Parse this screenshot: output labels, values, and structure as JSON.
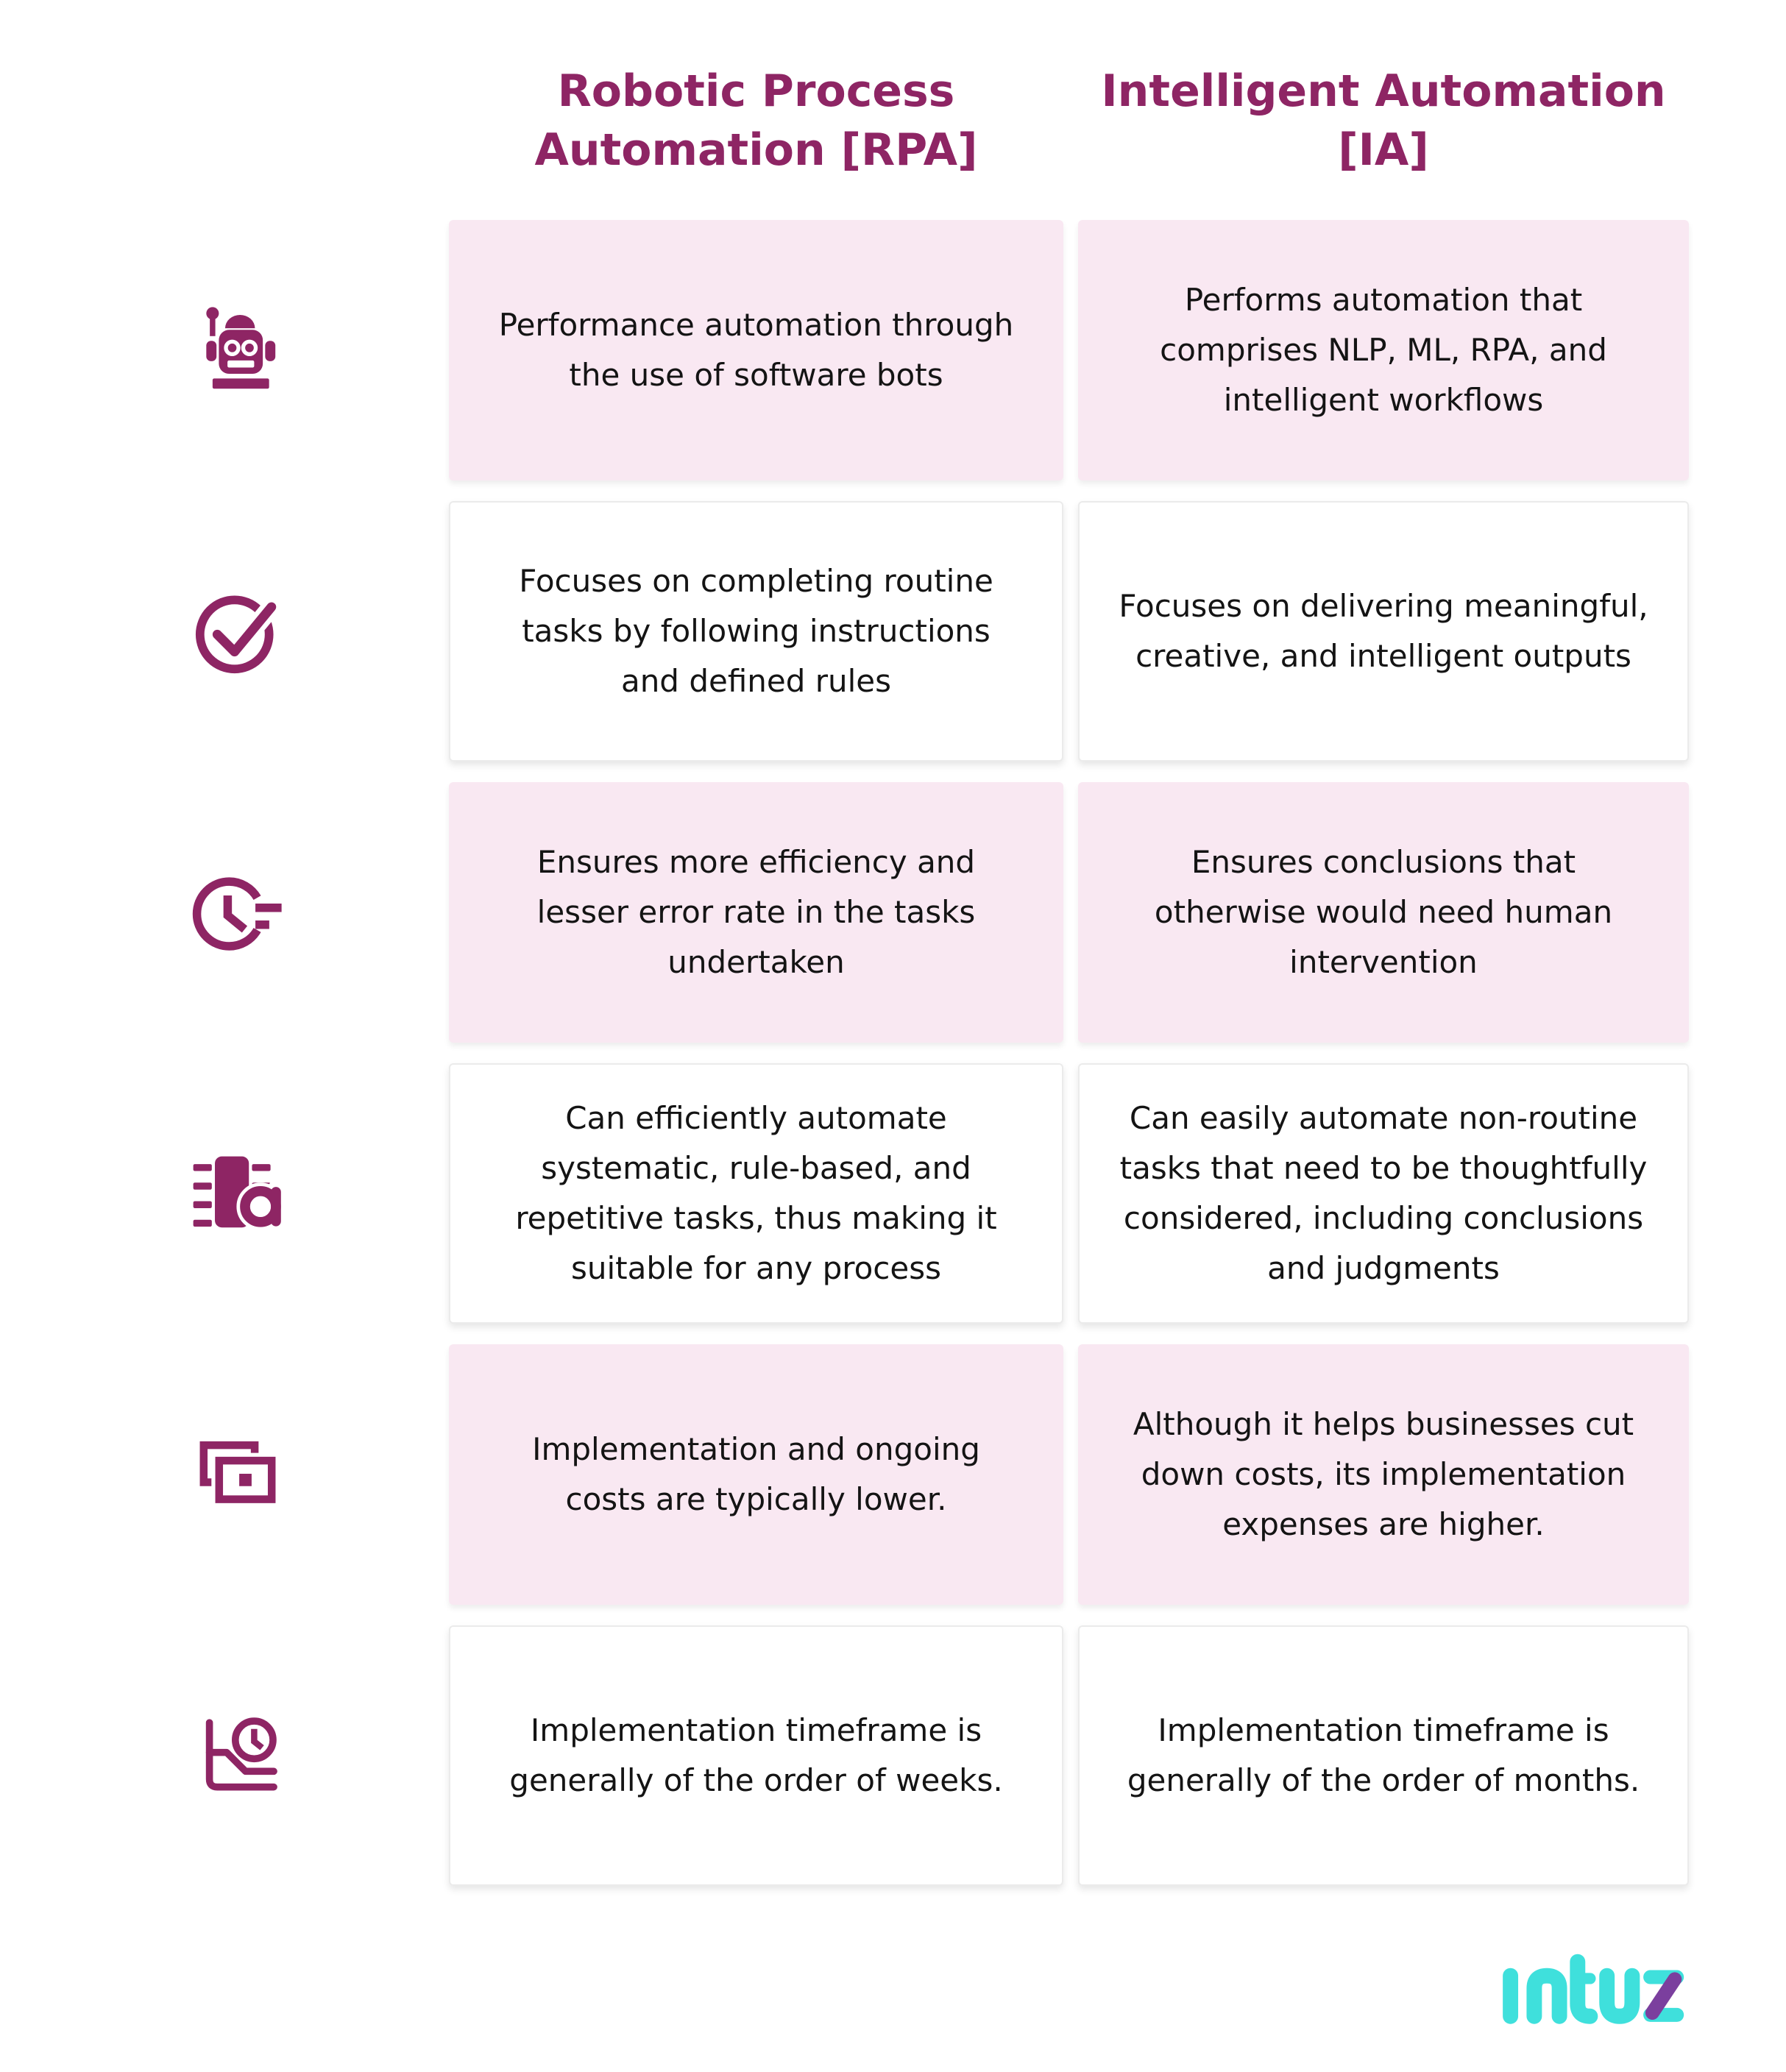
{
  "colors": {
    "accent": "#8e2564",
    "pink_card": "#f9e8f2",
    "white_card": "#ffffff",
    "card_border": "#ebebeb",
    "text": "#141414",
    "logo_cyan": "#3fe0dc",
    "logo_purple": "#7b3f9e"
  },
  "header": {
    "col1": "Robotic Process Automation [RPA]",
    "col2": "Intelligent Automation [IA]"
  },
  "rows": [
    {
      "icon": "robot-icon",
      "variant": "pink",
      "rpa": "Performance automation through the use of software bots",
      "ia": "Performs automation that comprises NLP, ML, RPA, and intelligent workflows"
    },
    {
      "icon": "check-circle-icon",
      "variant": "white",
      "rpa": "Focuses on completing routine tasks by following instructions and defined rules",
      "ia": "Focuses on delivering meaningful, creative, and intelligent outputs"
    },
    {
      "icon": "clock-efficiency-icon",
      "variant": "pink",
      "rpa": "Ensures more efficiency and lesser error rate in the tasks undertaken",
      "ia": "Ensures conclusions that otherwise would need human intervention"
    },
    {
      "icon": "chip-automation-icon",
      "variant": "white",
      "rpa": "Can efficiently automate systematic, rule-based, and repetitive tasks, thus making it suitable for any process",
      "ia": "Can easily automate non-routine tasks that need to be thoughtfully considered, including conclusions and judgments"
    },
    {
      "icon": "overlapping-windows-icon",
      "variant": "pink",
      "rpa": "Implementation and ongoing costs are typically lower.",
      "ia": "Although it helps businesses cut down costs, its implementation expenses are higher."
    },
    {
      "icon": "timeframe-chart-icon",
      "variant": "white",
      "rpa": "Implementation timeframe is generally of the order of weeks.",
      "ia": "Implementation timeframe is generally of the order of months."
    }
  ],
  "logo": {
    "text": "intuz"
  }
}
